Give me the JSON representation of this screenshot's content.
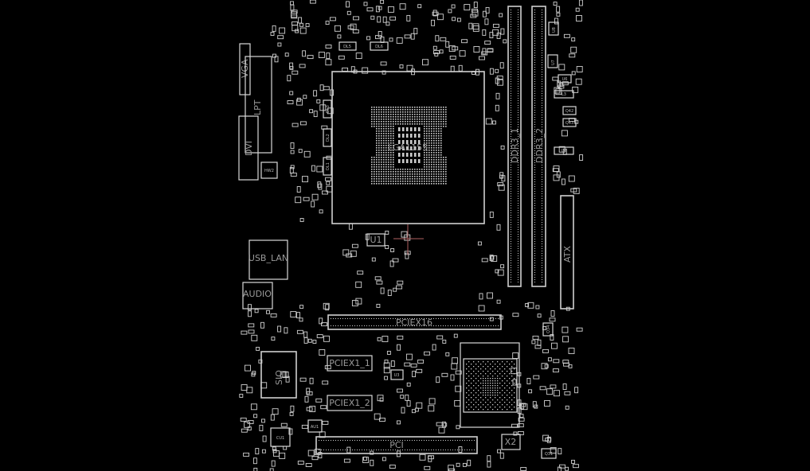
{
  "viewer": {
    "background": "#000000",
    "outline_color": "#d8d8d8",
    "crosshair_color": "#b06060"
  },
  "components": {
    "cpu_socket": "LGA1155",
    "dimm1": "DDR3_1",
    "dimm2": "DDR3_2",
    "atx": "ATX",
    "pciex16": "PCIEX16",
    "pciex1_1": "PCIEX1_1",
    "pciex1_2": "PCIEX1_2",
    "pci": "PCI",
    "sio": "SIO",
    "usb_lan": "USB_LAN",
    "audio": "AUDIO",
    "vga": "VGA",
    "lpt": "LPT",
    "dvi": "DVI",
    "u1": "U1",
    "x2": "X2",
    "cu1": "CU1",
    "au1": "AU1",
    "u3": "U3",
    "hw2": "HW2",
    "dl5": "DL5",
    "dl6": "DL6",
    "dl3": "DL3",
    "dl2": "DL2",
    "dl1": "DL1",
    "u8": "U8",
    "u7": "U7",
    "u6": "U6",
    "l3": "L3",
    "l4": "L4",
    "q42": "Q42",
    "q43": "Q43",
    "q31": "Q31",
    "q34": "Q34"
  }
}
